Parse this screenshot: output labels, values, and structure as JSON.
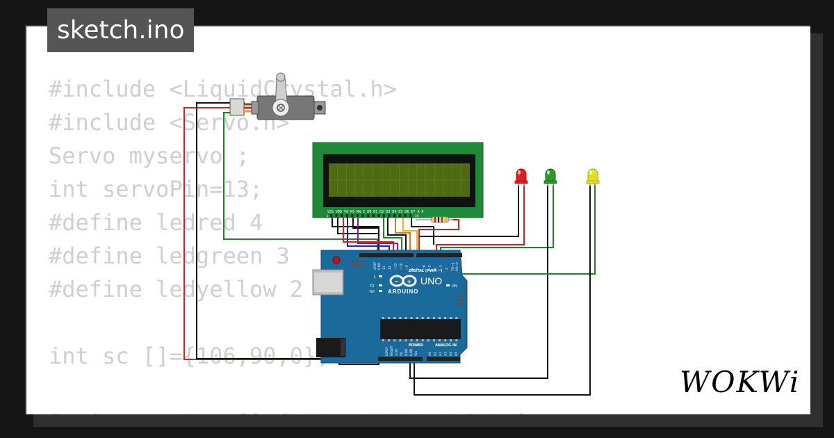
{
  "tab": {
    "filename": "sketch.ino"
  },
  "code": {
    "lines": [
      "#include <LiquidCrystal.h>",
      "#include <Servo.h>",
      "Servo myservo ;",
      "int servoPin=13;",
      "#define ledred 4",
      "#define ledgreen 3",
      "#define ledyellow 2",
      "",
      "int sc []={106,90,0};",
      "",
      "String    Text[]={\"UP\",\"MED\",\"DOWN\"};"
    ]
  },
  "arduino": {
    "brand": "ARDUINO",
    "model": "UNO",
    "digital_label": "DIGITAL (PWM ~)",
    "power_label": "POWER",
    "analog_label": "ANALOG IN",
    "on_label": "ON",
    "l_label": "L",
    "tx_label": "TX",
    "rx_label": "RX",
    "aref_label": "AREF",
    "gnd_label": "GND",
    "tx1_label": "TX→1",
    "rx0_label": "RX←0",
    "top_pins": [
      "13",
      "12",
      "~11",
      "~10",
      "~9",
      "8",
      "7",
      "~6",
      "~5",
      "4",
      "~3",
      "2"
    ],
    "power_pins": [
      "IOREF",
      "RESET",
      "3.3V",
      "5V",
      "GND",
      "GND",
      "Vin"
    ],
    "analog_pins": [
      "A0",
      "A1",
      "A2",
      "A3",
      "A4",
      "A5"
    ]
  },
  "lcd": {
    "pin_labels": "VSS VDD V0 RS RW E D0 D1 D2 D3 D4 D5 D6 D7 A K",
    "pin_first": "1",
    "pin_last": "16"
  },
  "logo": {
    "text": "WOKWi"
  },
  "colors": {
    "board_blue": "#1b6a9c",
    "lcd_green": "#1d8a3a",
    "lcd_screen": "#4f6b12",
    "wire_red": "#e21b1b",
    "wire_green": "#1a8a1a",
    "wire_black": "#111111",
    "wire_blue": "#1b1bd8",
    "wire_purple": "#8a1b9e",
    "wire_yellow": "#e0c200",
    "led_red": "#e02020",
    "led_green": "#2a9a2a",
    "led_yellow": "#e6e020",
    "servo_grey": "#888888"
  },
  "leds": [
    {
      "name": "red",
      "color_key": "led_red"
    },
    {
      "name": "green",
      "color_key": "led_green"
    },
    {
      "name": "yellow",
      "color_key": "led_yellow"
    }
  ]
}
